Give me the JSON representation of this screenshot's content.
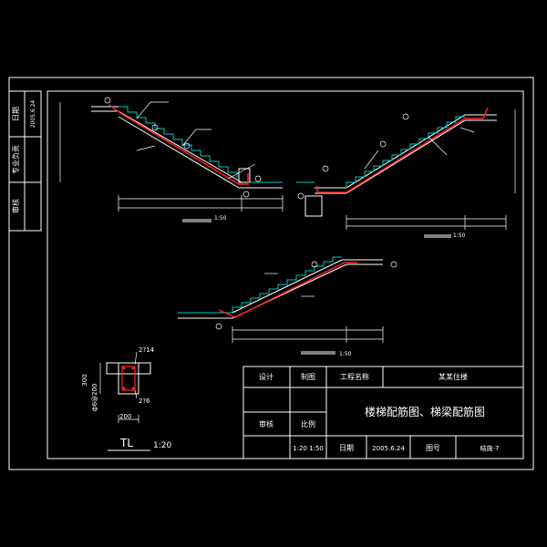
{
  "colors": {
    "background": "#000000",
    "frame": "#ffffff",
    "stair_outline": "#ffffff",
    "step_marks": "#00c8c8",
    "rebar": "#ff2020",
    "dimension": "#ffffff",
    "leader": "#ffffff",
    "title_text": "#ffffff"
  },
  "left_strip": {
    "rows": [
      {
        "label": "日期",
        "value": "2005.6.24"
      },
      {
        "label": "专业负责",
        "value": ""
      },
      {
        "label": "审核",
        "value": ""
      }
    ]
  },
  "views": [
    {
      "id": "view-1",
      "caption_scale": "1:50"
    },
    {
      "id": "view-2",
      "caption_scale": "1:50"
    },
    {
      "id": "view-3",
      "caption_scale": "1:50"
    }
  ],
  "beam_detail": {
    "top_bar": "2?14",
    "bottom_bar": "2?6",
    "height": "300",
    "stirrup": "ф6@200",
    "width": "200",
    "name": "TL",
    "scale": "1:20"
  },
  "title_block": {
    "design_label": "设计",
    "draw_label": "制图",
    "project_label": "工程名称",
    "project_value": "某某住楼",
    "check_label": "审核",
    "scale_label": "比例",
    "drawing_title": "楼梯配筋图、梯梁配筋图",
    "scale_value": "1:20 1:50",
    "date_label": "日期",
    "date_value": "2005.6.24",
    "sheet_label": "图号",
    "sheet_value": "结施-7"
  }
}
